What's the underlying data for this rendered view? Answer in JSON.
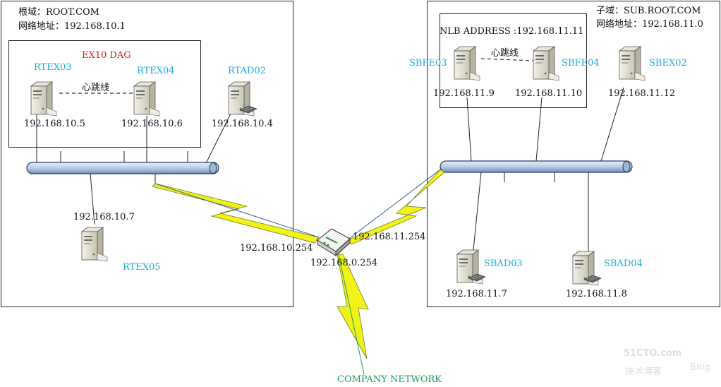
{
  "root_domain": {
    "domain_line": "根域：ROOT.COM",
    "network_line": "网络地址：192.168.10.1",
    "dag_label": "EX10 DAG",
    "heartbeat": "心跳线",
    "servers": {
      "rtex03": {
        "name": "RTEX03",
        "ip": "192.168.10.5"
      },
      "rtex04": {
        "name": "RTEX04",
        "ip": "192.168.10.6"
      },
      "rtad02": {
        "name": "RTAD02",
        "ip": "192.168.10.4"
      },
      "rtex05": {
        "name": "RTEX05",
        "ip": "192.168.10.7"
      }
    },
    "router_ip": "192.168.10.254"
  },
  "child_domain": {
    "domain_line": "子域：SUB.ROOT.COM",
    "network_line": "网络地址：192.168.11.0",
    "nlb_label": "NLB ADDRESS :192.168.11.11",
    "heartbeat": "心跳线",
    "servers": {
      "sbfe03": {
        "name": "SBFE03",
        "ip": "192.168.11.9"
      },
      "sbfe04": {
        "name": "SBFE04",
        "ip": "192.168.11.10"
      },
      "sbex02": {
        "name": "SBEX02",
        "ip": "192.168.11.12"
      },
      "sbad03": {
        "name": "SBAD03",
        "ip": "192.168.11.7"
      },
      "sbad04": {
        "name": "SBAD04",
        "ip": "192.168.11.8"
      }
    },
    "router_ip": "192.168.11.254"
  },
  "router": {
    "ip": "192.168.0.254"
  },
  "company_network": "COMPANY NETWORK",
  "watermark": {
    "main": "51CTO.com",
    "sub": "技术博客",
    "blog": "Blog"
  },
  "colors": {
    "label_cyan": "#1ea9d6",
    "dag_red": "#d02020",
    "company_green": "#1aa05a",
    "bolt_yellow": "#f2f21a",
    "bus_blue": "#b9cde6"
  }
}
